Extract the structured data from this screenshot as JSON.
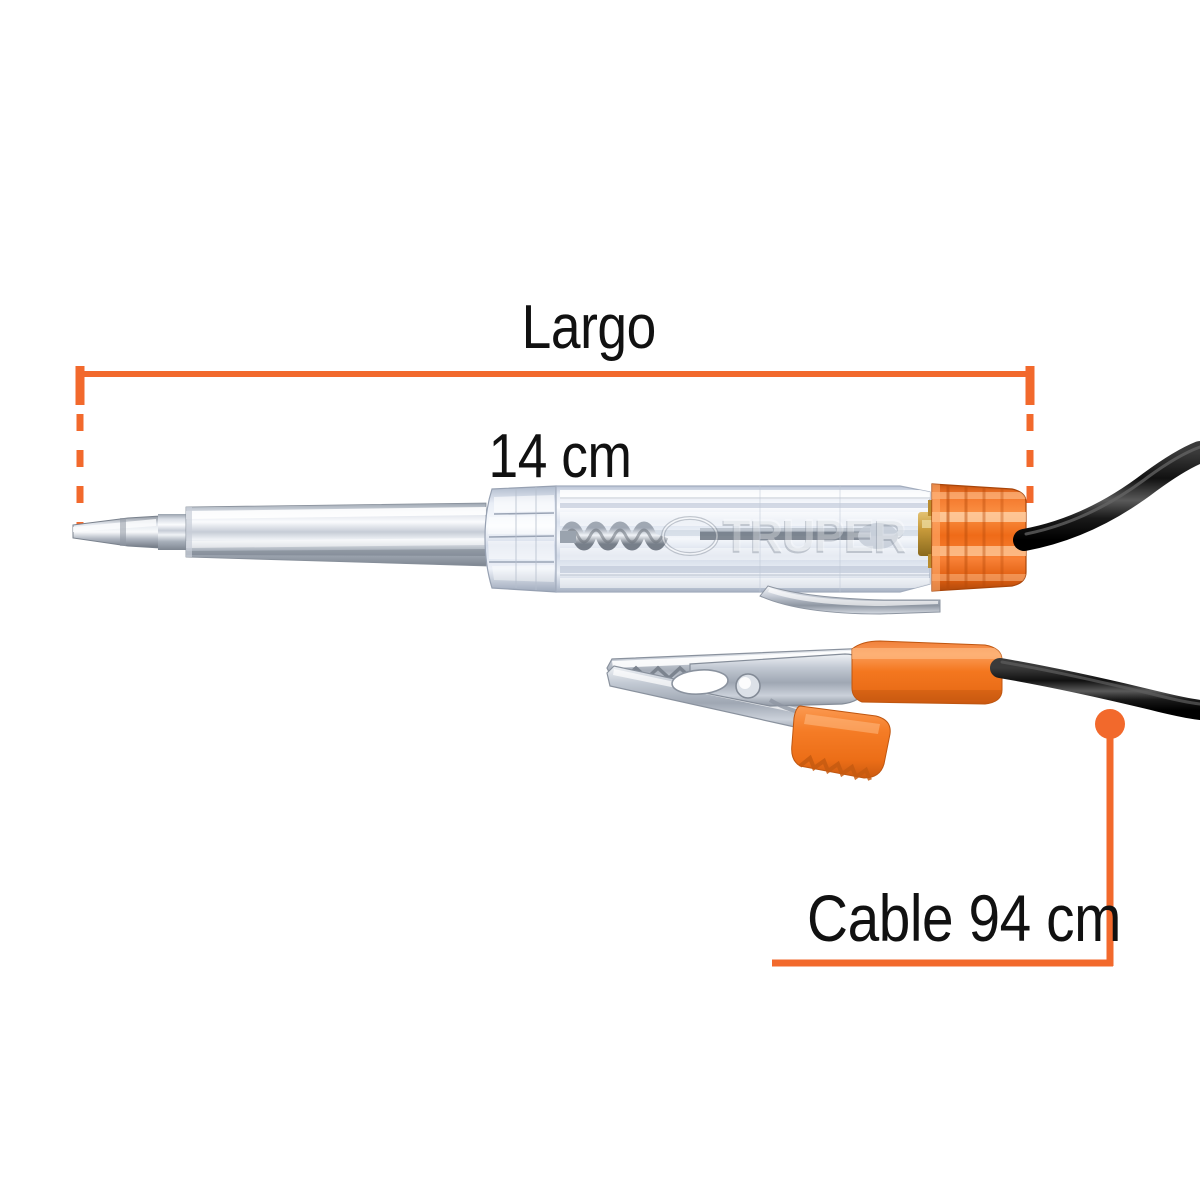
{
  "product": {
    "name": "circuit-tester-screwdriver",
    "brand_emboss": "TRUPER",
    "parts": {
      "blade_tip": "flat-blade-tip",
      "shaft": "chrome-shaft",
      "handle": "clear-plastic-handle",
      "collar": "ribbed-collar",
      "end_cap": "orange-end-cap",
      "pocket_clip": "chrome-pocket-clip",
      "terminal": "brass-terminal",
      "cable": "black-cable",
      "alligator_clip": "alligator-clip",
      "clip_grip_upper": "orange-upper-grip",
      "clip_grip_lower": "orange-lower-grip"
    }
  },
  "annotations": {
    "length": {
      "title": "Largo",
      "value": "14 cm",
      "style": "dimension-arrow-horizontal"
    },
    "cable": {
      "text": "Cable 94 cm",
      "style": "leader-line-with-dot"
    }
  },
  "colors": {
    "accent_orange": "#F2692C",
    "cap_orange": "#F3741D",
    "grip_orange": "#F47C28",
    "text_black": "#111111",
    "cable_black": "#1B1B1B",
    "metal_light": "#E9ECF1",
    "metal_mid": "#B9C0CA",
    "metal_dark": "#7D848F",
    "plastic_clear": "#DDE3EE",
    "brass": "#C79A3A",
    "background": "#FFFFFF"
  }
}
